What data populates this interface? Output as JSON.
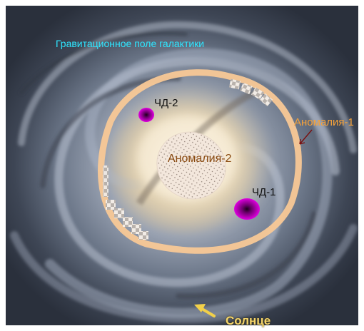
{
  "labels": {
    "galactic_field": "Гравитационное поле галактики",
    "black_hole_2": "ЧД-2",
    "black_hole_1": "ЧД-1",
    "anomaly_2": "Аномалия-2",
    "anomaly_1": "Аномалия-1",
    "sun": "Солнце"
  },
  "colors": {
    "frame": "#ffffff",
    "galaxy_dark": "#2e3440",
    "galaxy_arm": "#8e9bb0",
    "core": "#e8dcc4",
    "ring": "#f8c896",
    "anomaly_field": "#f3e7dc",
    "black_hole": "#c600c6",
    "field_text": "#2ee6ff",
    "anomaly_1_text": "#f6a23a",
    "anomaly_2_text": "#8a4a10",
    "sun_arrow": "#f2d04a"
  },
  "icons": [
    "galaxy-background",
    "anomaly-ring",
    "black-hole-marker",
    "arrow-icon"
  ]
}
